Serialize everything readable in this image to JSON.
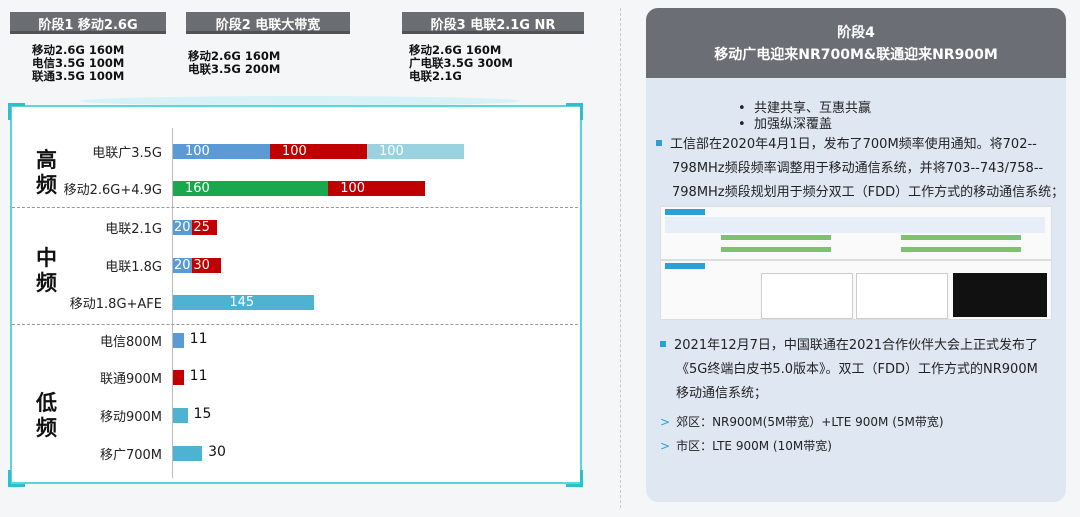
{
  "stages": [
    {
      "title": "阶段1 移动2.6G",
      "lines": [
        "移动2.6G 160M",
        "电信3.5G 100M",
        "联通3.5G 100M"
      ]
    },
    {
      "title": "阶段2 电联大带宽",
      "lines": [
        "移动2.6G 160M",
        "电联3.5G 200M"
      ]
    },
    {
      "title": "阶段3 电联2.1G NR",
      "lines": [
        "移动2.6G 160M",
        "广电联3.5G 300M",
        "电联2.1G"
      ]
    }
  ],
  "groups": {
    "high": [
      "高",
      "频"
    ],
    "mid": [
      "中",
      "频"
    ],
    "low": [
      "低",
      "频"
    ]
  },
  "chart_data": {
    "type": "bar",
    "orientation": "horizontal-stacked",
    "categories": [
      "电联广3.5G",
      "移动2.6G+4.9G",
      "电联2.1G",
      "电联1.8G",
      "移动1.8G+AFE",
      "电信800M",
      "联通900M",
      "移动900M",
      "移广700M"
    ],
    "bars": [
      {
        "category": "电联广3.5G",
        "segments": [
          {
            "value": 100,
            "color": "#5b9bd5"
          },
          {
            "value": 100,
            "color": "#c00000"
          },
          {
            "value": 100,
            "color": "#9ad2e0"
          }
        ]
      },
      {
        "category": "移动2.6G+4.9G",
        "segments": [
          {
            "value": 160,
            "color": "#1aa84f"
          },
          {
            "value": 100,
            "color": "#c00000"
          }
        ]
      },
      {
        "category": "电联2.1G",
        "segments": [
          {
            "value": 20,
            "color": "#5b9bd5"
          },
          {
            "value": 25,
            "color": "#c00000"
          }
        ]
      },
      {
        "category": "电联1.8G",
        "segments": [
          {
            "value": 20,
            "color": "#5b9bd5"
          },
          {
            "value": 30,
            "color": "#c00000"
          }
        ]
      },
      {
        "category": "移动1.8G+AFE",
        "segments": [
          {
            "value": 145,
            "color": "#4db3d1"
          }
        ]
      },
      {
        "category": "电信800M",
        "segments": [
          {
            "value": 11,
            "color": "#5b9bd5"
          }
        ]
      },
      {
        "category": "联通900M",
        "segments": [
          {
            "value": 11,
            "color": "#c00000"
          }
        ]
      },
      {
        "category": "移动900M",
        "segments": [
          {
            "value": 15,
            "color": "#4db3d1"
          }
        ]
      },
      {
        "category": "移广700M",
        "segments": [
          {
            "value": 30,
            "color": "#4db3d1"
          }
        ]
      }
    ]
  },
  "right": {
    "title1": "阶段4",
    "title2": "移动广电迎来NR700M&联通迎来NR900M",
    "bullets": [
      "共建共享、互惠共赢",
      "加强纵深覆盖"
    ],
    "para1": [
      "工信部在2020年4月1日，发布了700M频率使用通知。将702--",
      "798MHz频段频率调整用于移动通信系统，并将703--743/758--",
      "798MHz频段规划用于频分双工（FDD）工作方式的移动通信系统；"
    ],
    "para2": [
      "2021年12月7日，中国联通在2021合作伙伴大会上正式发布了",
      "《5G终端白皮书5.0版本》。双工（FDD）工作方式的NR900M",
      "移动通信系统；"
    ],
    "sub1": "郊区：NR900M(5M带宽）+LTE 900M (5M带宽)",
    "sub2": "市区：LTE 900M (10M带宽)"
  },
  "colors": {
    "accent": "#2aa0d8",
    "panel_border": "#5fd2df",
    "header_bg": "#6a6d72"
  }
}
